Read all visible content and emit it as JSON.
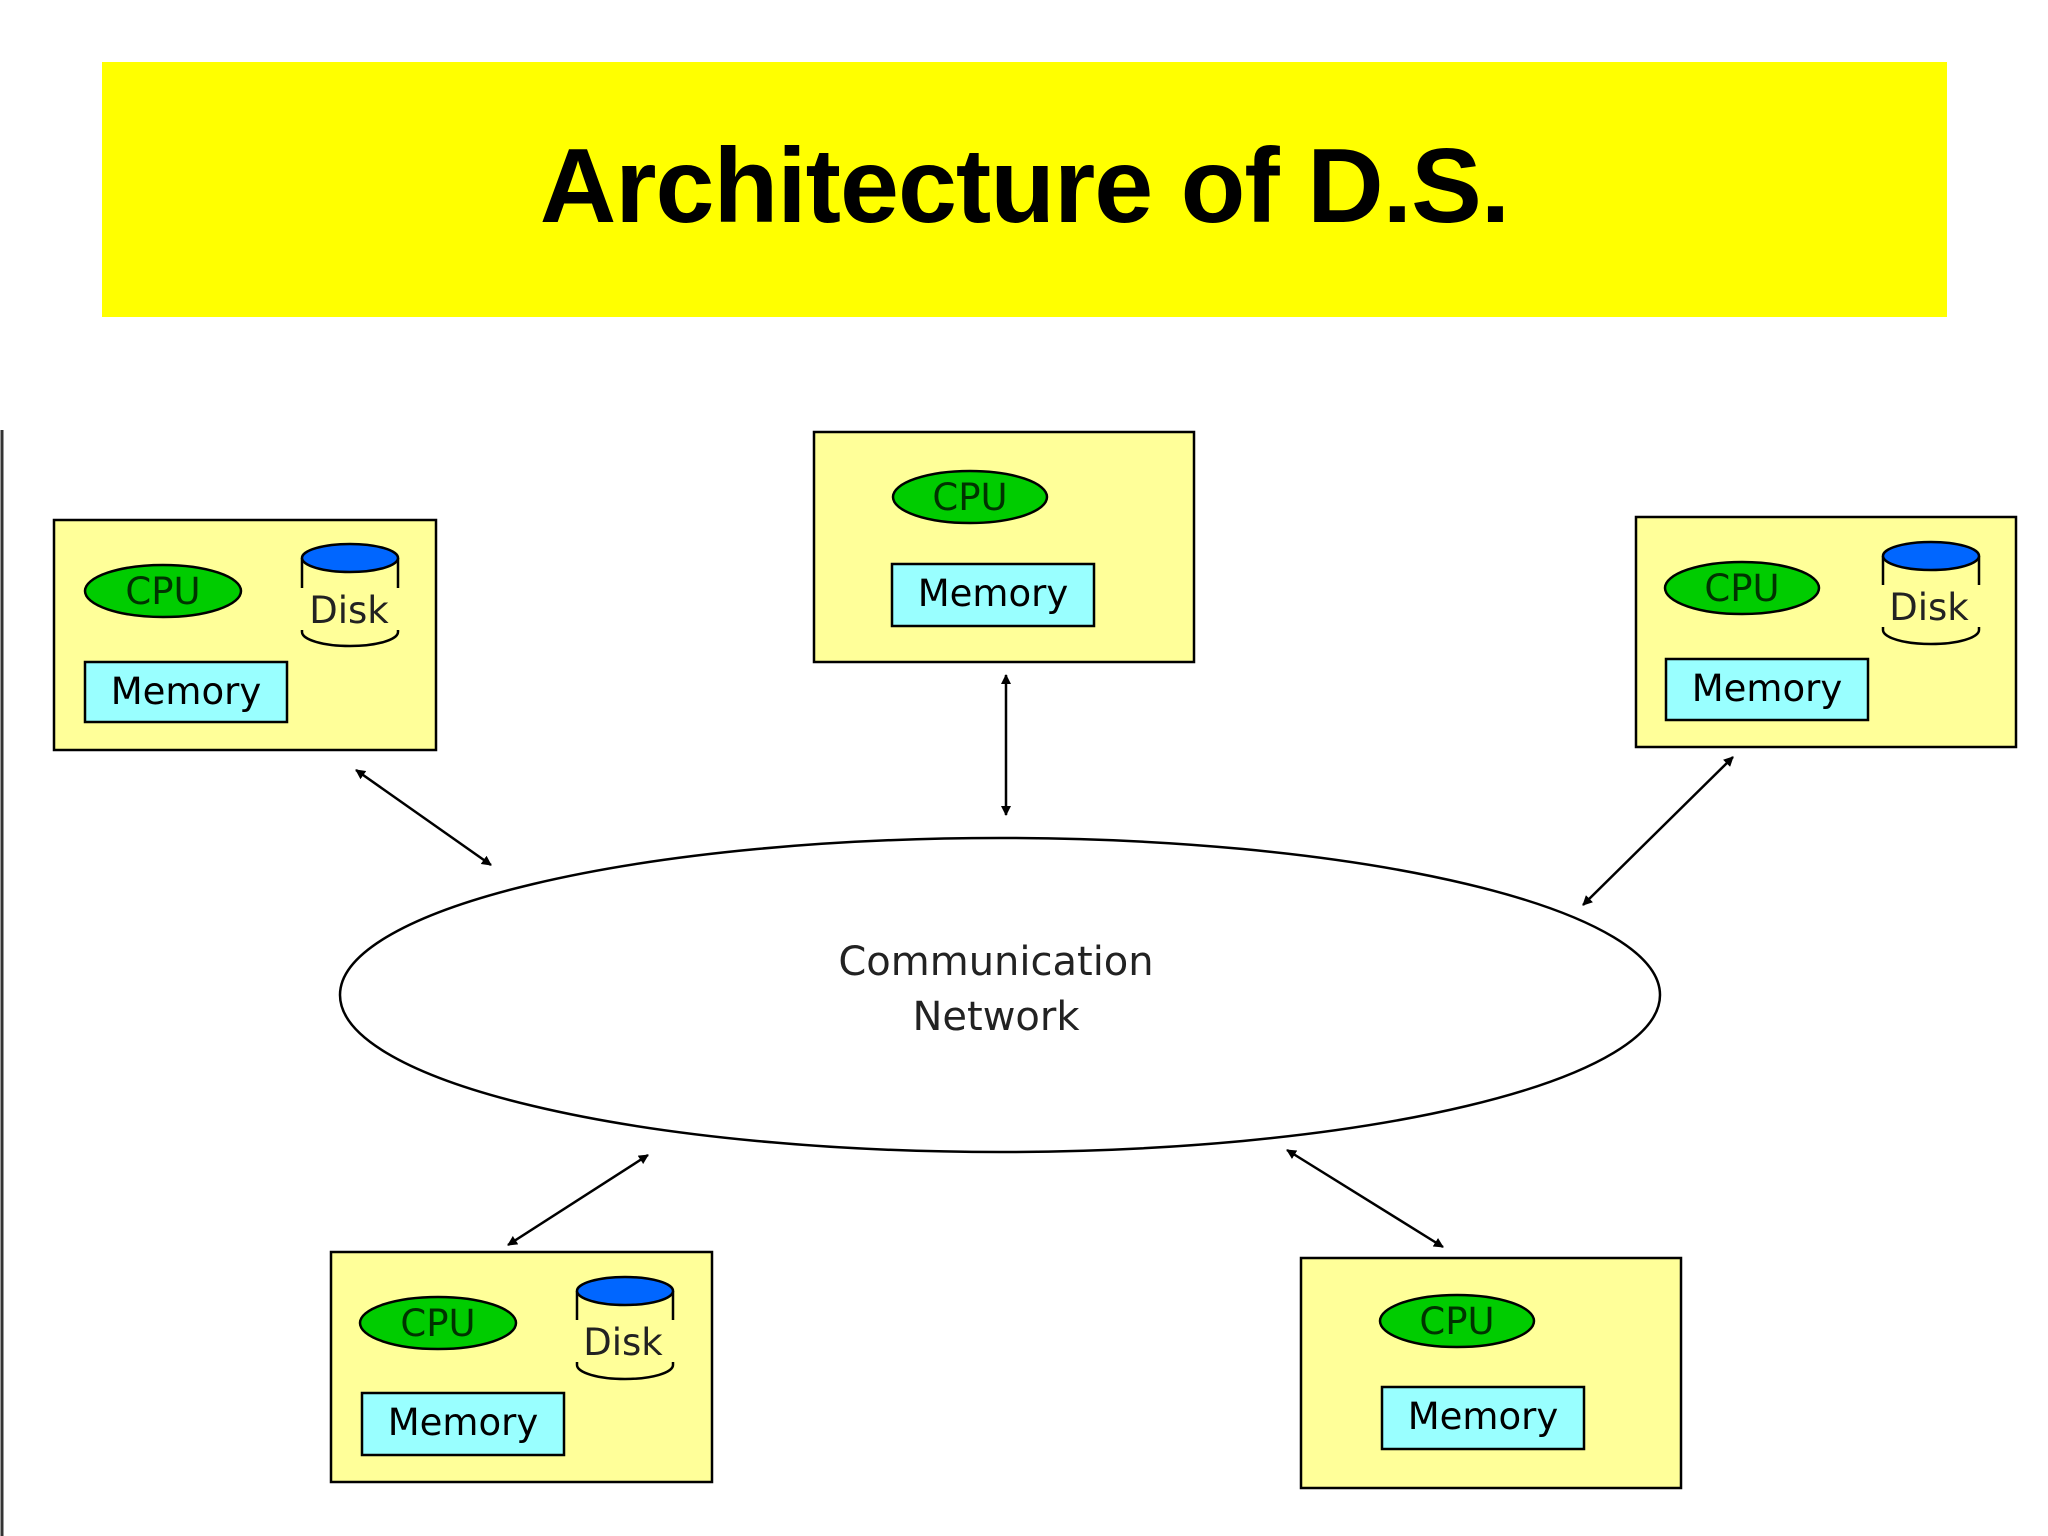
{
  "slide": {
    "title": "Architecture of D.S."
  },
  "colors": {
    "banner": "#ffff00",
    "node_fill": "#ffff99",
    "cpu_fill": "#00cc00",
    "memory_fill": "#99ffff",
    "disk_top": "#0066ff",
    "stroke": "#000000"
  },
  "network": {
    "line1": "Communication",
    "line2": "Network"
  },
  "nodes": [
    {
      "id": "top-left",
      "cpu": "CPU",
      "memory": "Memory",
      "disk": "Disk"
    },
    {
      "id": "top-center",
      "cpu": "CPU",
      "memory": "Memory"
    },
    {
      "id": "top-right",
      "cpu": "CPU",
      "memory": "Memory",
      "disk": "Disk"
    },
    {
      "id": "bottom-left",
      "cpu": "CPU",
      "memory": "Memory",
      "disk": "Disk"
    },
    {
      "id": "bottom-right",
      "cpu": "CPU",
      "memory": "Memory"
    }
  ]
}
